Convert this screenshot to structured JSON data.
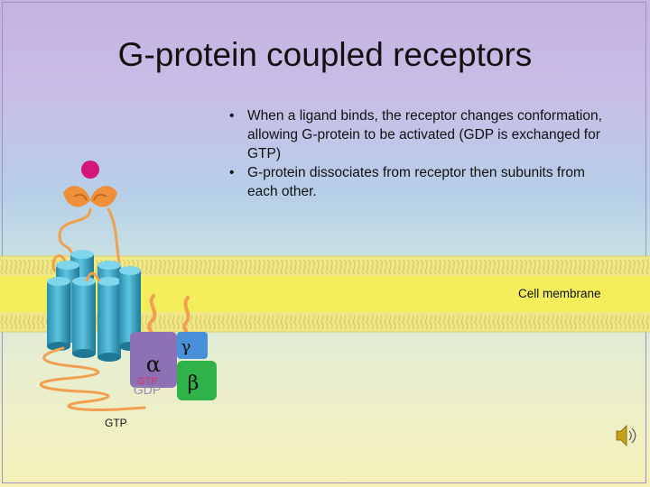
{
  "slide": {
    "title": "G-protein coupled receptors",
    "bullets": [
      "When a ligand binds, the receptor changes conformation, allowing G-protein to be activated (GDP is exchanged for GTP)",
      "G-protein dissociates from receptor then subunits from each other."
    ]
  },
  "diagram": {
    "membrane_label": "Cell membrane",
    "alpha_symbol": "α",
    "beta_symbol": "β",
    "gamma_symbol": "γ",
    "alpha_gtp_label": "GTP",
    "alpha_gdp_label": "GDP",
    "free_gtp_label": "GTP"
  },
  "colors": {
    "membrane_yellow": "#f4ee5c",
    "receptor_cyan": "#3aa8c8",
    "orange_chain": "#f0a050",
    "ligand_magenta": "#d4157a",
    "alpha_purple": "#8c72b4",
    "beta_green": "#2fb24a",
    "gamma_blue": "#4a90d8"
  },
  "icons": [
    "speaker-icon"
  ]
}
